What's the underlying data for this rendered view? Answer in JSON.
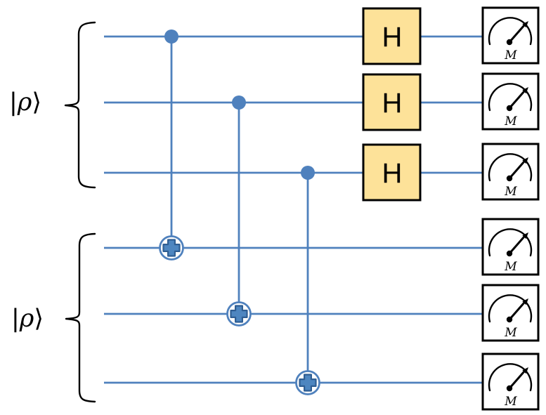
{
  "colors": {
    "background": "#ffffff",
    "wire": "#4f81bd",
    "target_fill": "#4e86c0",
    "target_stroke": "#2f5e93",
    "gate_fill": "#fde299",
    "gate_border": "#000000",
    "measure_fill": "#ffffff",
    "measure_border": "#000000",
    "brace": "#000000",
    "text": "#000000"
  },
  "labels": {
    "hadamard": "H",
    "measure": "M"
  },
  "registers": [
    {
      "label": "|ρ⟩",
      "parts": [
        "|",
        "ρ",
        "⟩"
      ],
      "qubits": 3
    },
    {
      "label": "|ρ⟩",
      "parts": [
        "|",
        "ρ",
        "⟩"
      ],
      "qubits": 3
    }
  ],
  "circuit": {
    "qubits": 6,
    "cnot_gates": [
      {
        "control_qubit": 1,
        "target_qubit": 4
      },
      {
        "control_qubit": 2,
        "target_qubit": 5
      },
      {
        "control_qubit": 3,
        "target_qubit": 6
      }
    ],
    "hadamard_qubits": [
      1,
      2,
      3
    ],
    "measured_qubits": [
      1,
      2,
      3,
      4,
      5,
      6
    ]
  }
}
